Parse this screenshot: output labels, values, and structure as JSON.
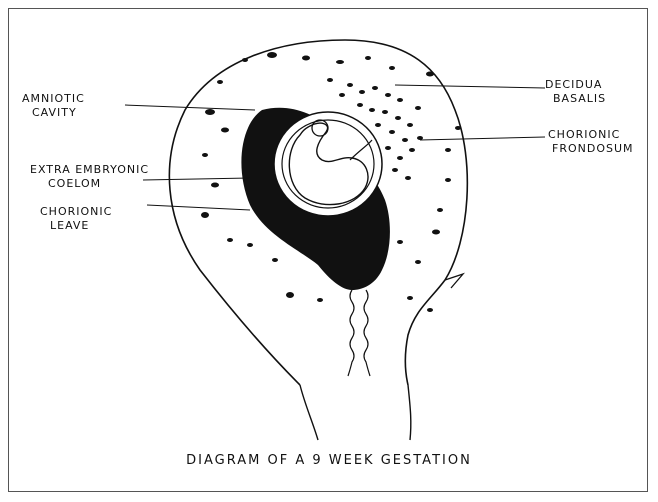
{
  "labels": {
    "amniotic_cavity": [
      "Amniotic",
      "Cavity"
    ],
    "extraembryonic_coelom": [
      "Extra embryonic",
      "Coelom"
    ],
    "chorionic_leave": [
      "Chorionic",
      "Leave"
    ],
    "decidua_basalis": [
      "Decidua",
      "Basalis"
    ],
    "chorionic_frondosum": [
      "Chorionic",
      "Frondosum"
    ]
  },
  "caption": "DIAGRAM OF A 9 WEEK GESTATION",
  "colors": {
    "ink": "#111111",
    "fill": "#111111",
    "background": "#ffffff"
  }
}
